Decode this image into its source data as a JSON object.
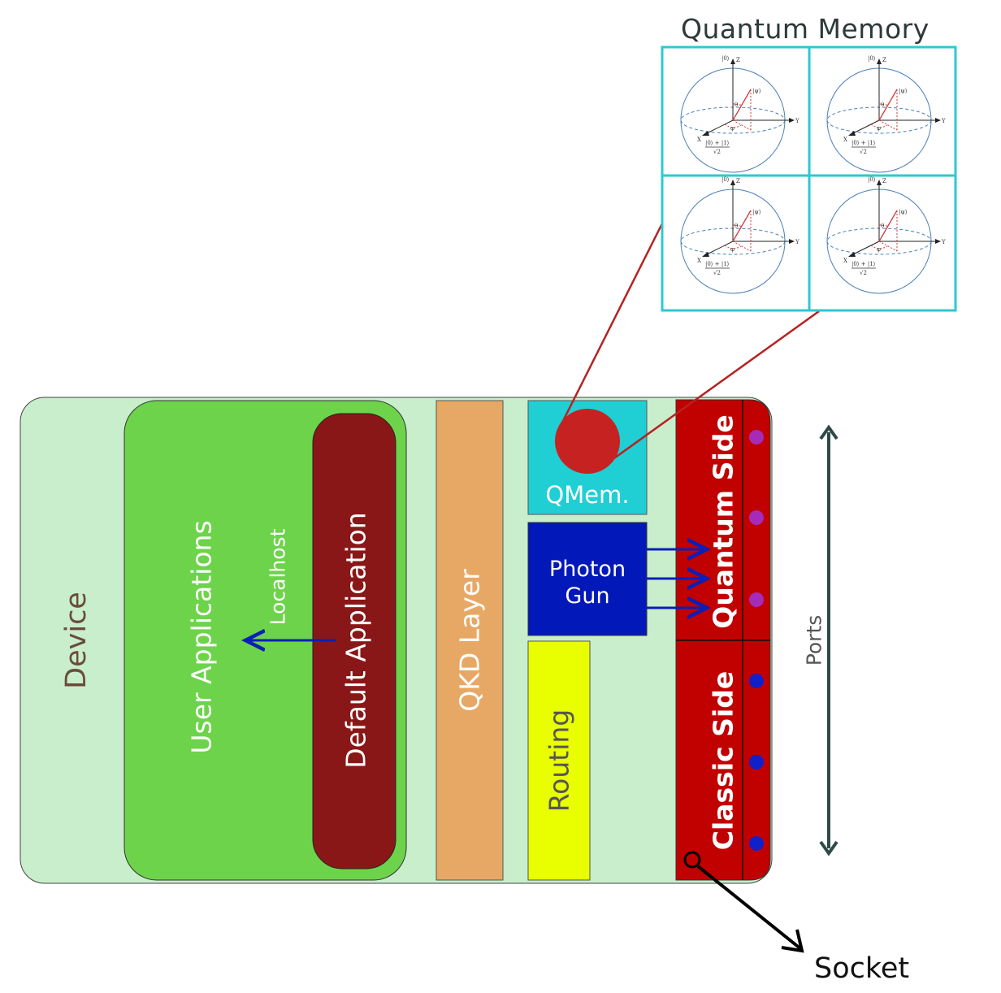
{
  "quantum_memory": {
    "title": "Quantum Memory",
    "sphere_labels": {
      "ket0": "|0⟩",
      "z": "Z",
      "y": "Y",
      "x": "X",
      "psi": "|ψ⟩",
      "theta": "θ",
      "phi": "φ",
      "plus_num": "|0⟩ + |1⟩",
      "plus_den": "√2"
    }
  },
  "device": {
    "label": "Device",
    "user_applications": "User Applications",
    "localhost": "Localhost",
    "default_application": "Default Application",
    "qkd_layer": "QKD Layer",
    "qmem": "QMem.",
    "photon_gun": [
      "Photon",
      "Gun"
    ],
    "routing": "Routing",
    "quantum_side": "Quantum Side",
    "classic_side": "Classic Side"
  },
  "ports_label": "Ports",
  "socket_label": "Socket",
  "colors": {
    "device_bg": "#c8eecb",
    "user_apps": "#6dd34b",
    "default_app": "#8a1717",
    "qkd_layer": "#e8a865",
    "qmem": "#1fcfd4",
    "qmem_dot": "#c62222",
    "photon_gun": "#0318b8",
    "routing": "#e9ff00",
    "sides": "#c10000",
    "quantum_port": "#a52bb8",
    "classic_port": "#1220c8",
    "arrow_blue": "#0a1fb8",
    "ports_arrow": "#2e4a48",
    "qm_grid": "#2ec8d0",
    "zoom_line": "#b72222"
  }
}
